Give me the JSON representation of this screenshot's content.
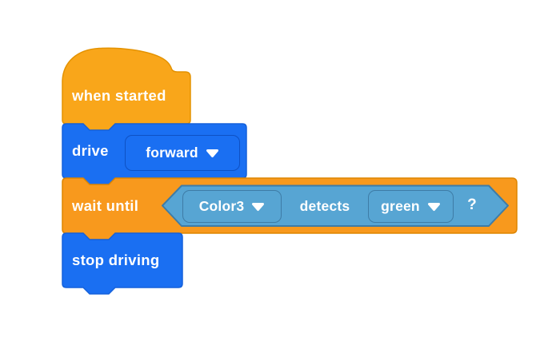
{
  "colors": {
    "workspace-bg": "#FFFFFF",
    "hat-fill": "#F9A61A",
    "hat-border": "#E49200",
    "control-fill": "#F8991D",
    "control-border": "#DD8500",
    "motion-fill": "#1A6FF2",
    "motion-border": "#1461DB",
    "motion-field-border": "#0E51C4",
    "sensing-fill": "#57A5D3",
    "sensing-border": "#3E7CA6",
    "text": "#FFFFFF"
  },
  "blocks": {
    "when_started": {
      "label": "when started"
    },
    "drive": {
      "label": "drive",
      "direction": {
        "value": "forward"
      }
    },
    "wait_until": {
      "label": "wait until",
      "condition": {
        "sensor": {
          "value": "Color3"
        },
        "verb": "detects",
        "color": {
          "value": "green"
        },
        "question": "?"
      }
    },
    "stop_driving": {
      "label": "stop driving"
    }
  }
}
